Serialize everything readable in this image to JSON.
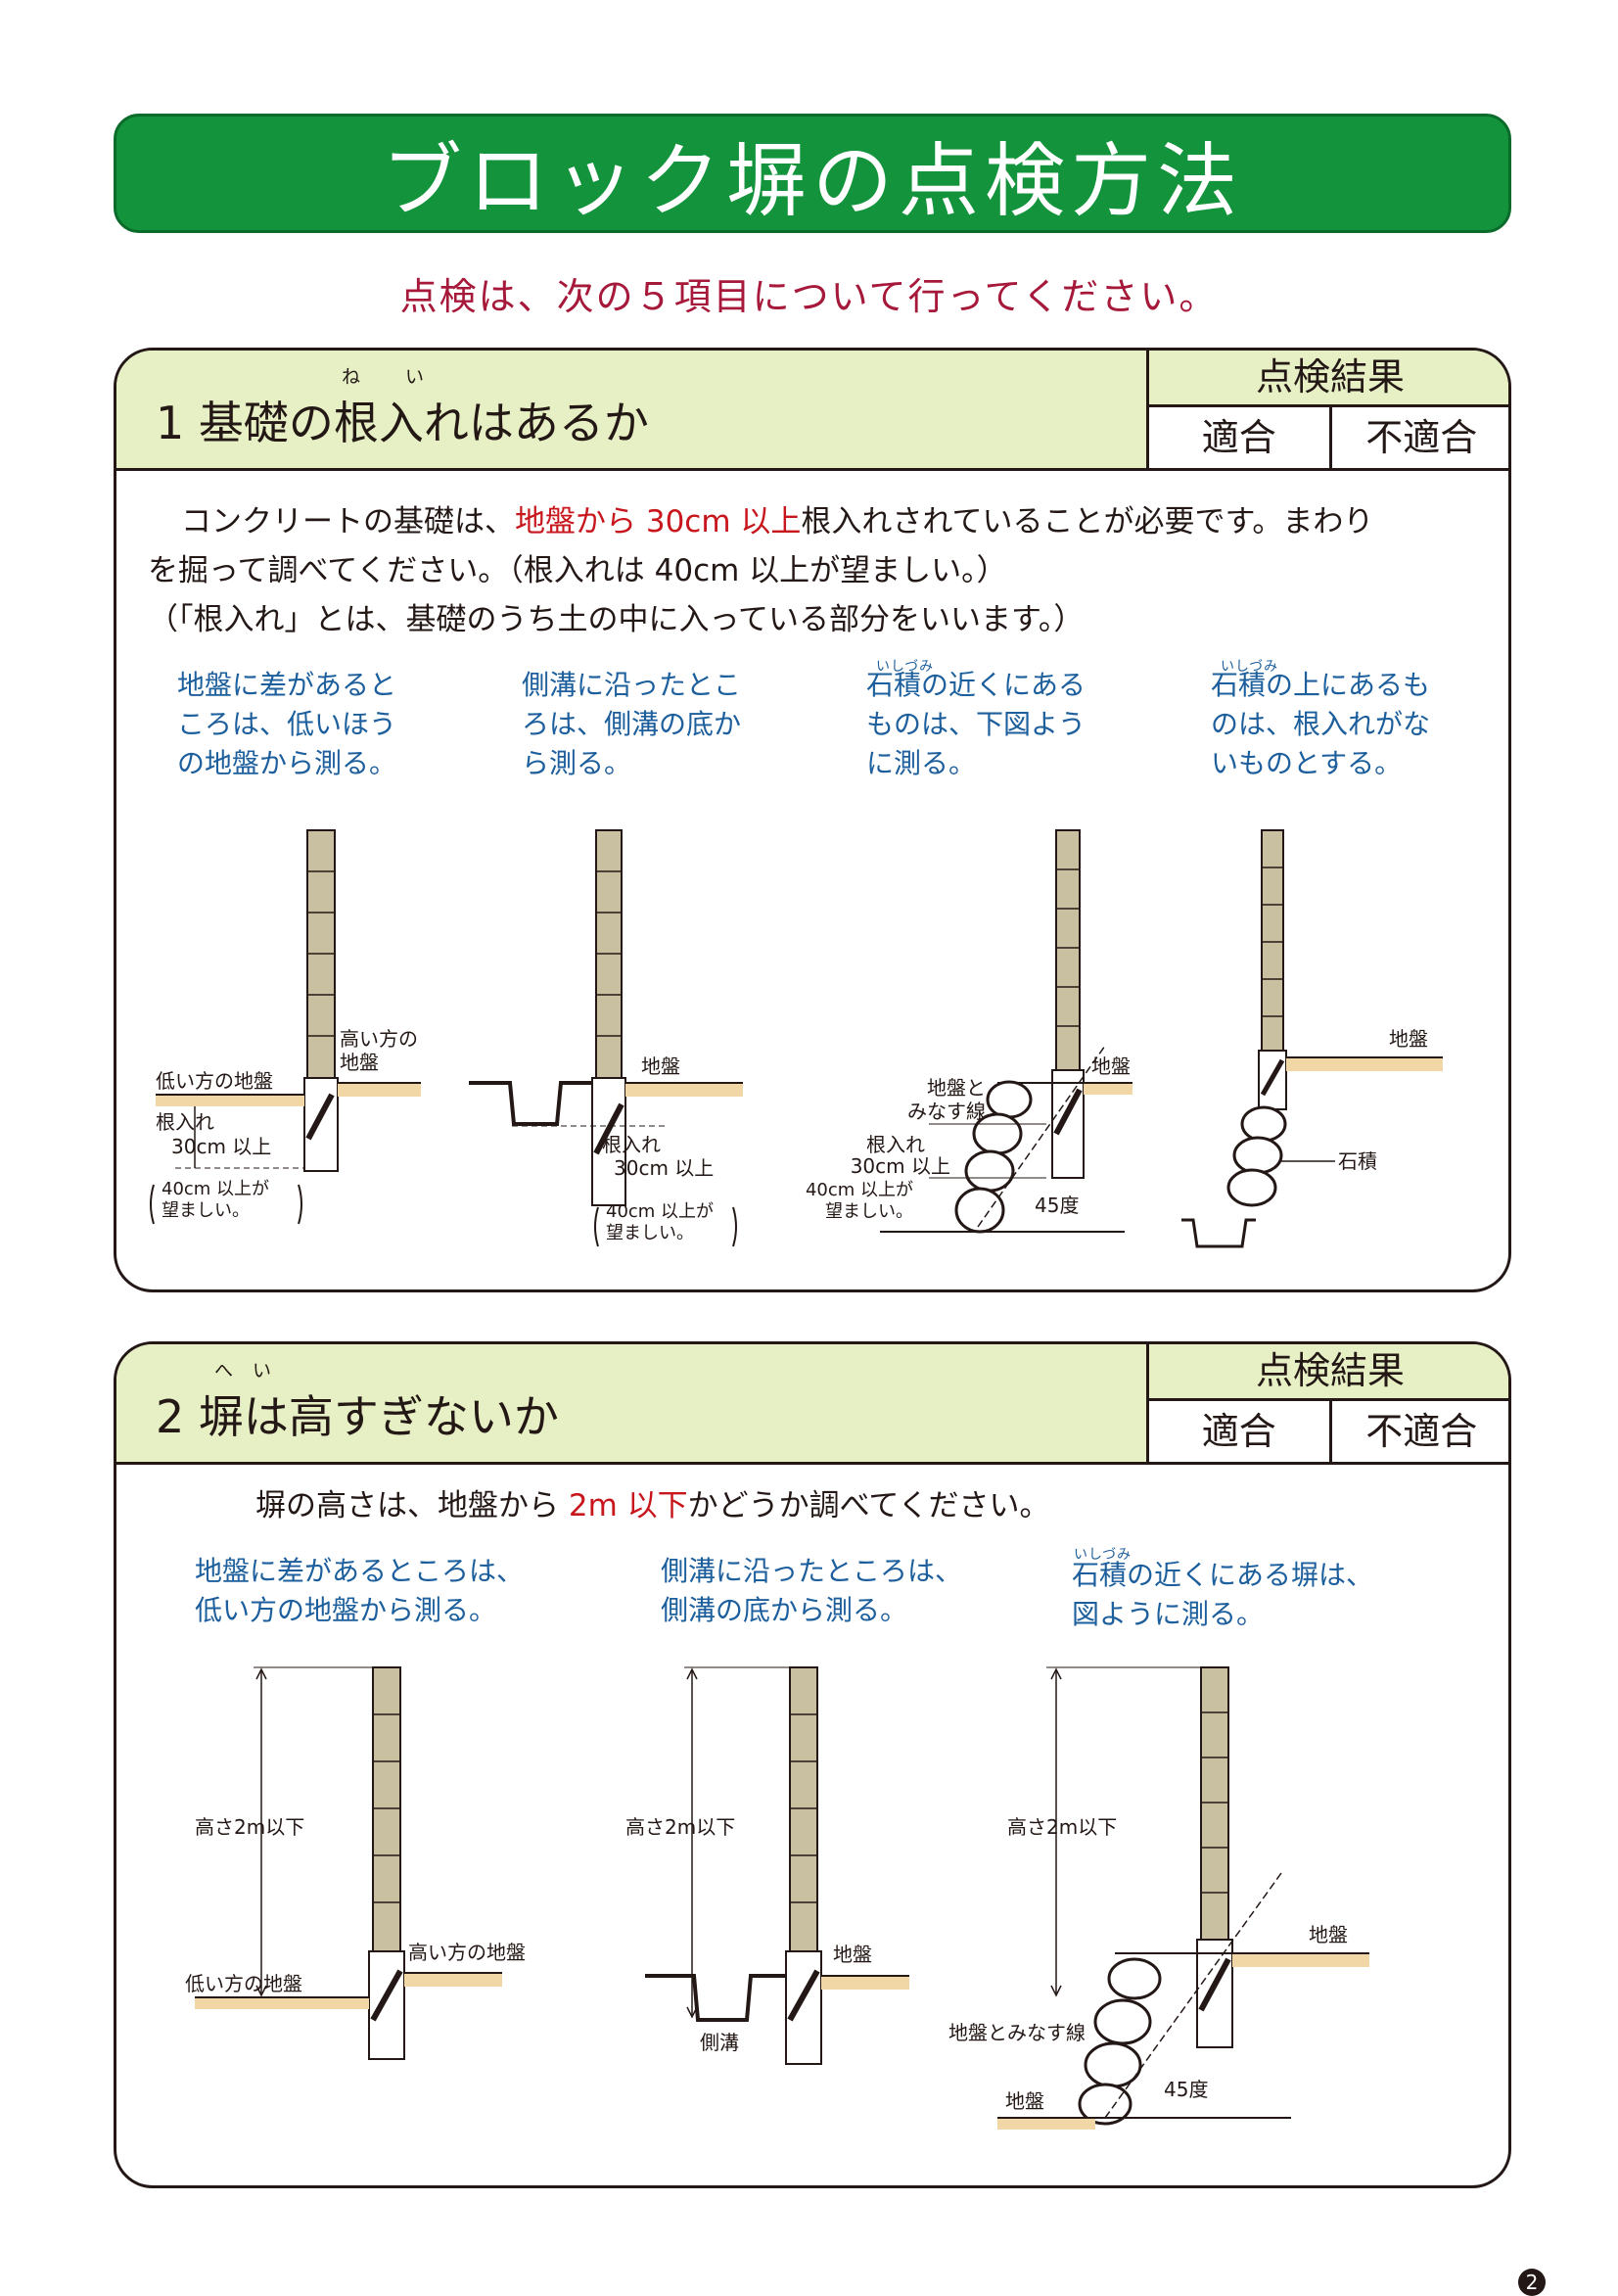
{
  "title": "ブロック塀の点検方法",
  "intro": "点検は、次の５項目について行ってください。",
  "result_header": "点検結果",
  "result_ok": "適合",
  "result_ng": "不適合",
  "section1": {
    "title": "1  基礎の根入れはあるか",
    "ruby": "ね い",
    "text_line1_a": "コンクリートの基礎は、",
    "text_line1_red": "地盤から 30cm 以上",
    "text_line1_b": "根入れされていることが必要です。まわり",
    "text_line2": "を掘って調べてください。（根入れは 40cm 以上が望ましい。）",
    "text_line3": "（「根入れ」とは、基礎のうち土の中に入っている部分をいいます。）",
    "notes": [
      {
        "lines": [
          "地盤に差があると",
          "ころは、低いほう",
          "の地盤から測る。"
        ],
        "ruby": ""
      },
      {
        "lines": [
          "側溝に沿ったとこ",
          "ろは、側溝の底か",
          "ら測る。"
        ],
        "ruby": ""
      },
      {
        "lines": [
          "石積の近くにある",
          "ものは、下図よう",
          "に測る。"
        ],
        "ruby": "いしづみ"
      },
      {
        "lines": [
          "石積の上にあるも",
          "のは、根入れがな",
          "いものとする。"
        ],
        "ruby": "いしづみ"
      }
    ],
    "diagrams": {
      "d1": {
        "high": [
          "高い方の",
          "地盤"
        ],
        "low": "低い方の地盤",
        "depth": [
          "根入れ",
          "30cm 以上"
        ],
        "rec": [
          "40cm 以上が",
          "望ましい。"
        ]
      },
      "d2": {
        "ground": "地盤",
        "depth": [
          "根入れ",
          "30cm 以上"
        ],
        "rec": [
          "40cm 以上が",
          "望ましい。"
        ]
      },
      "d3": {
        "assumed": [
          "地盤と",
          "みなす線"
        ],
        "ground": "地盤",
        "depth": [
          "根入れ",
          "30cm 以上"
        ],
        "rec": [
          "40cm 以上が",
          "望ましい。"
        ],
        "angle": "45度"
      },
      "d4": {
        "ground": "地盤",
        "stone": "石積"
      }
    }
  },
  "section2": {
    "title": "2  塀は高すぎないか",
    "ruby": "へい",
    "text_a": "塀の高さは、地盤から ",
    "text_red": "2m 以下",
    "text_b": "かどうか調べてください。",
    "notes": [
      {
        "lines": [
          "地盤に差があるところは、",
          "低い方の地盤から測る。"
        ],
        "ruby": ""
      },
      {
        "lines": [
          "側溝に沿ったところは、",
          "側溝の底から測る。"
        ],
        "ruby": ""
      },
      {
        "lines": [
          "石積の近くにある塀は、",
          "図ように測る。"
        ],
        "ruby": "いしづみ"
      }
    ],
    "diagrams": {
      "d1": {
        "height": "高さ2m以下",
        "high": "高い方の地盤",
        "low": "低い方の地盤"
      },
      "d2": {
        "height": "高さ2m以下",
        "ground": "地盤",
        "gutter": "側溝"
      },
      "d3": {
        "height": "高さ2m以下",
        "ground": "地盤",
        "assumed": "地盤とみなす線",
        "ground2": "地盤",
        "angle": "45度"
      }
    }
  },
  "page_number": "2"
}
